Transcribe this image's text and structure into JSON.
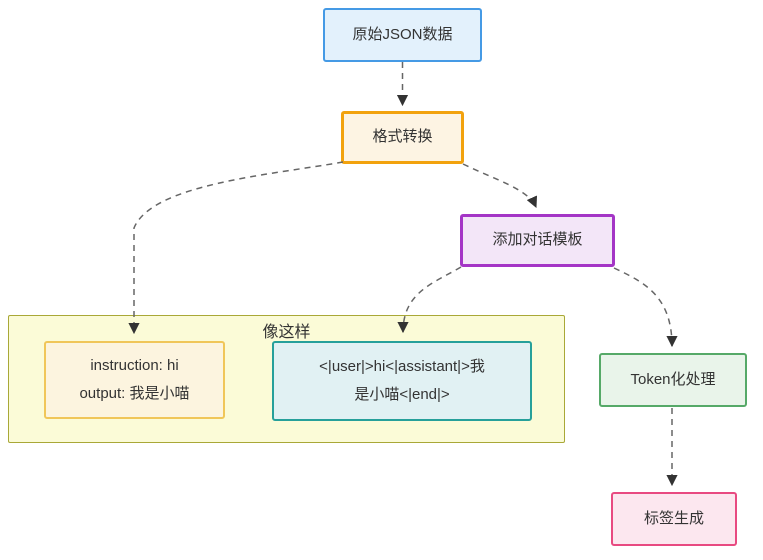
{
  "diagram": {
    "type": "flowchart",
    "direction": "top-down",
    "nodes": {
      "raw_json": {
        "label": "原始JSON数据",
        "border_color": "#459ae5",
        "fill_color": "#e3f1fc"
      },
      "format_convert": {
        "label": "格式转换",
        "border_color": "#f2a20d",
        "fill_color": "#fdf4e3"
      },
      "add_template": {
        "label": "添加对话模板",
        "border_color": "#a435c6",
        "fill_color": "#f3e6f8"
      },
      "example_group": {
        "label": "像这样",
        "border_color": "#a9a837",
        "fill_color": "#fbfbd7"
      },
      "instruction_example": {
        "lines": [
          "instruction: hi",
          "output: 我是小喵"
        ],
        "border_color": "#f0c659",
        "fill_color": "#fcf4df"
      },
      "template_example": {
        "lines": [
          "<|user|>hi<|assistant|>我",
          "是小喵<|end|>"
        ],
        "border_color": "#26a09a",
        "fill_color": "#e1f1f3"
      },
      "tokenize": {
        "label": "Token化处理",
        "border_color": "#56a968",
        "fill_color": "#e9f4ea"
      },
      "label_gen": {
        "label": "标签生成",
        "border_color": "#e84a81",
        "fill_color": "#fce7ef"
      }
    },
    "edges": [
      {
        "from": "raw_json",
        "to": "format_convert",
        "style": "dashed"
      },
      {
        "from": "format_convert",
        "to": "instruction_example",
        "style": "dashed"
      },
      {
        "from": "format_convert",
        "to": "add_template",
        "style": "dashed"
      },
      {
        "from": "add_template",
        "to": "template_example",
        "style": "dashed"
      },
      {
        "from": "add_template",
        "to": "tokenize",
        "style": "dashed"
      },
      {
        "from": "tokenize",
        "to": "label_gen",
        "style": "dashed"
      }
    ],
    "edge_color": "#666666",
    "arrowhead_color": "#333333",
    "text_color": "#333333",
    "background_color": "#ffffff"
  }
}
